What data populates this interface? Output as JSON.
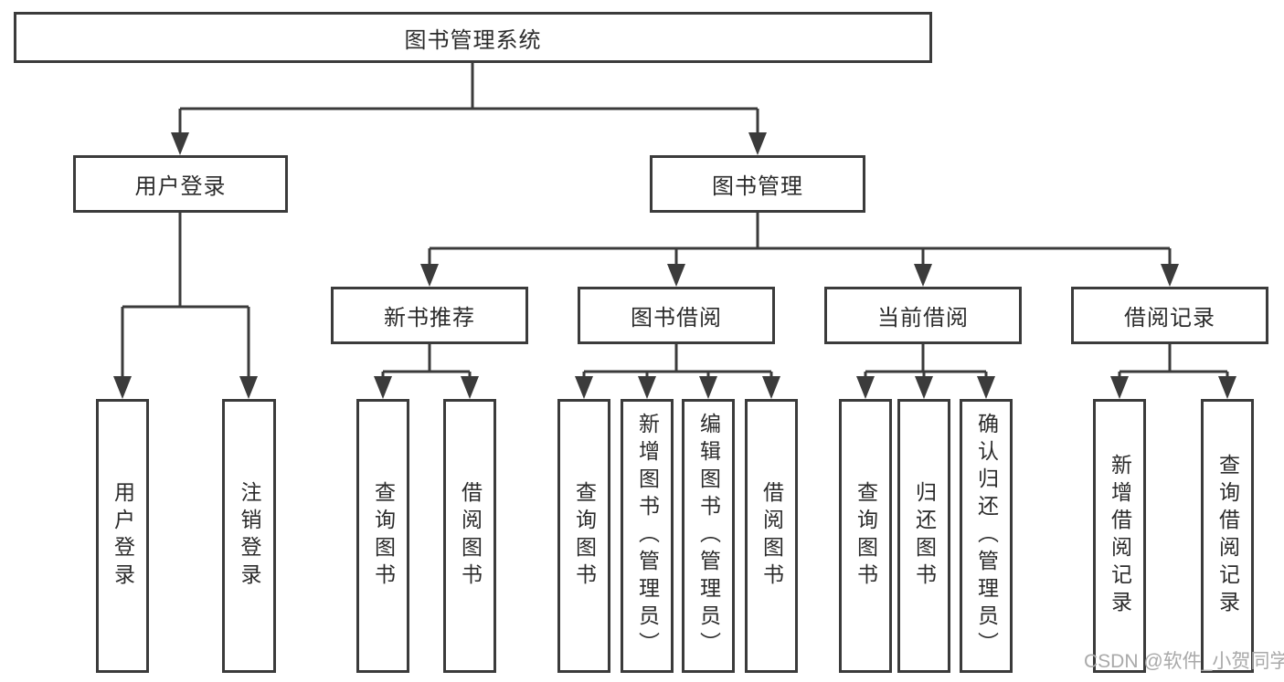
{
  "colors": {
    "line": "#3b3b3b",
    "text": "#2b2b2b",
    "watermark": "#a9a9a9"
  },
  "watermark": "CSDN @软件_小贺同学",
  "diagram": {
    "root": "图书管理系统",
    "user_login": {
      "label": "用户登录",
      "children": [
        "用户登录",
        "注销登录"
      ]
    },
    "book_mgmt": {
      "label": "图书管理",
      "children": [
        {
          "label": "新书推荐",
          "children": [
            "查询图书",
            "借阅图书"
          ]
        },
        {
          "label": "图书借阅",
          "children": [
            "查询图书",
            "新增图书（管理员）",
            "编辑图书（管理员）",
            "借阅图书"
          ]
        },
        {
          "label": "当前借阅",
          "children": [
            "查询图书",
            "归还图书",
            "确认归还（管理员）"
          ]
        },
        {
          "label": "借阅记录",
          "children": [
            "新增借阅记录",
            "查询借阅记录"
          ]
        }
      ]
    }
  }
}
